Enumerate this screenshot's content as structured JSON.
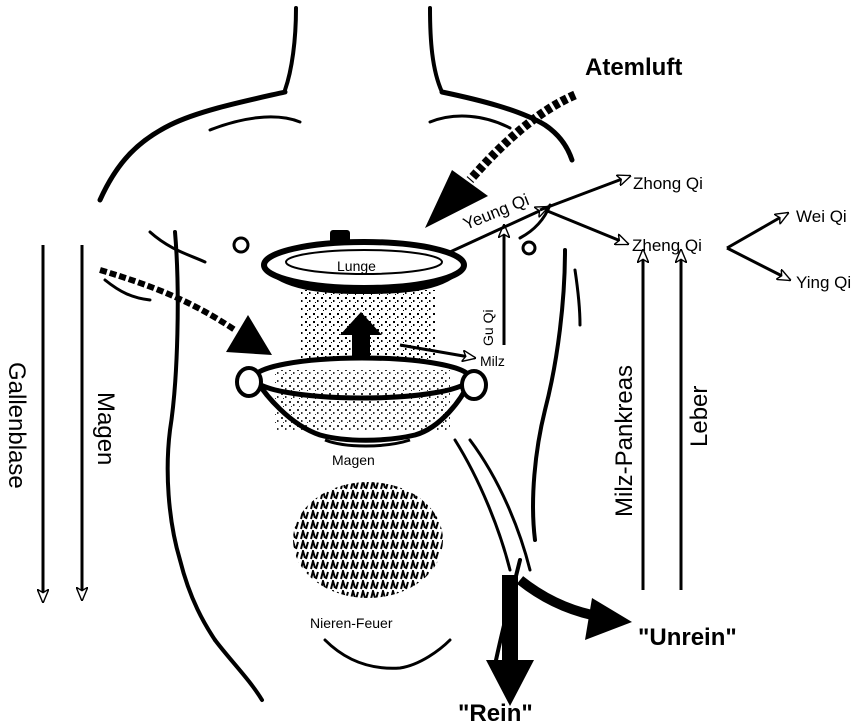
{
  "labels": {
    "atemluft": "Atemluft",
    "zhong_qi": "Zhong Qi",
    "yeung_qi": "Yeung Qi",
    "zheng_qi": "Zheng Qi",
    "wei_qi": "Wei Qi",
    "ying_qi": "Ying Qi",
    "gu_qi": "Gu Qi",
    "lunge": "Lunge",
    "milz": "Milz",
    "magen_pot": "Magen",
    "nieren_feuer": "Nieren-Feuer",
    "gallenblase": "Gallenblase",
    "magen_side": "Magen",
    "milz_pankreas": "Milz-Pankreas",
    "leber": "Leber",
    "unrein": "\"Unrein\"",
    "rein": "\"Rein\""
  },
  "colors": {
    "ink": "#000000",
    "background": "#ffffff"
  }
}
